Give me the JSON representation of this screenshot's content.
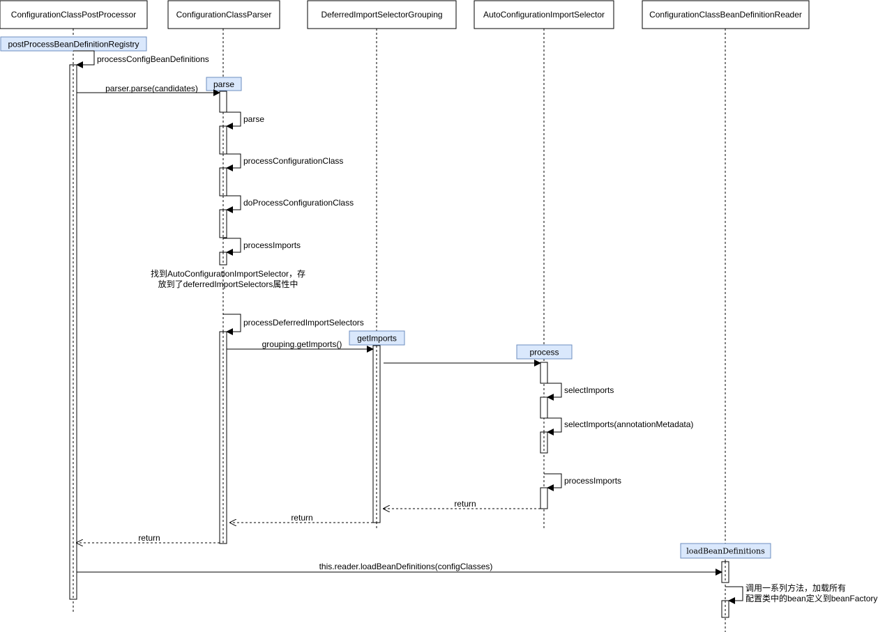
{
  "participants": [
    "ConfigurationClassPostProcessor",
    "ConfigurationClassParser",
    "DeferredImportSelectorGrouping",
    "AutoConfigurationImportSelector",
    "ConfigurationClassBeanDefinitionReader"
  ],
  "method_tags": {
    "postProcess": "postProcessBeanDefinitionRegistry",
    "parse": "parse",
    "getImports": "getImports",
    "process": "process",
    "loadBeanDefinitions": "loadBeanDefinitions"
  },
  "messages": {
    "processConfigBeanDefinitions": "processConfigBeanDefinitions",
    "parserParse": "parser.parse(candidates)",
    "parse": "parse",
    "processConfigurationClass": "processConfigurationClass",
    "doProcessConfigurationClass": "doProcessConfigurationClass",
    "processImports": "processImports",
    "processDeferredImportSelectors": "processDeferredImportSelectors",
    "groupingGetImports": "grouping.getImports()",
    "selectImports": "selectImports",
    "selectImportsMeta": "selectImports(annotationMetadata)",
    "processImports2": "processImports",
    "return1": "return",
    "return2": "return",
    "return3": "return",
    "loadBeanDefinitions": "this.reader.loadBeanDefinitions(configClasses)"
  },
  "notes": {
    "found_line1": "找到AutoConfigurationImportSelector，存",
    "found_line2": "放到了deferredImportSelectors属性中",
    "calls_line1": "调用一系列方法，加载所有",
    "calls_line2": "配置类中的bean定义到beanFactory"
  }
}
